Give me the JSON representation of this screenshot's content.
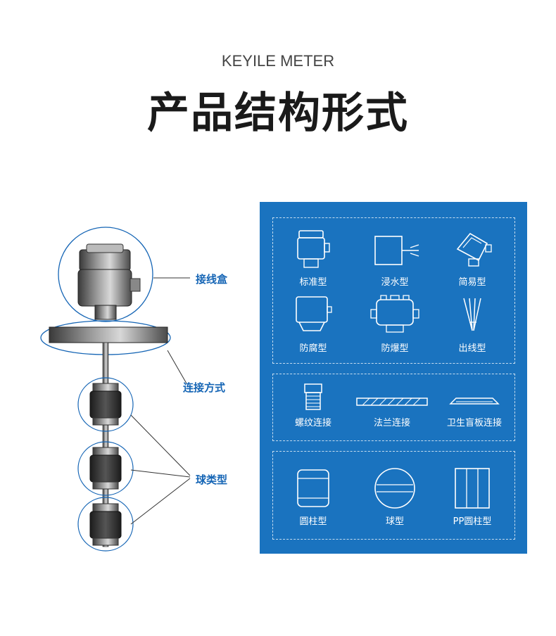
{
  "header": {
    "brand": "KEYILE METER",
    "title": "产品结构形式"
  },
  "diagram": {
    "callouts": {
      "junction_box": "接线盒",
      "connection": "连接方式",
      "float": "球类型"
    }
  },
  "panel": {
    "housing_types": [
      {
        "label": "标准型",
        "icon": "standard-housing-icon"
      },
      {
        "label": "浸水型",
        "icon": "submersible-housing-icon"
      },
      {
        "label": "简易型",
        "icon": "simple-housing-icon"
      },
      {
        "label": "防腐型",
        "icon": "anticorrosive-housing-icon"
      },
      {
        "label": "防爆型",
        "icon": "explosion-proof-housing-icon"
      },
      {
        "label": "出线型",
        "icon": "lead-wire-icon"
      }
    ],
    "connection_types": [
      {
        "label": "螺纹连接",
        "icon": "thread-connection-icon"
      },
      {
        "label": "法兰连接",
        "icon": "flange-connection-icon"
      },
      {
        "label": "卫生盲板连接",
        "icon": "sanitary-blind-plate-icon"
      }
    ],
    "float_types": [
      {
        "label": "圆柱型",
        "icon": "cylinder-float-icon"
      },
      {
        "label": "球型",
        "icon": "ball-float-icon"
      },
      {
        "label": "PP圆柱型",
        "icon": "pp-cylinder-float-icon"
      }
    ]
  },
  "colors": {
    "panel_bg": "#1a73bf",
    "callout_text": "#1565b5",
    "title_text": "#1a1a1a"
  }
}
